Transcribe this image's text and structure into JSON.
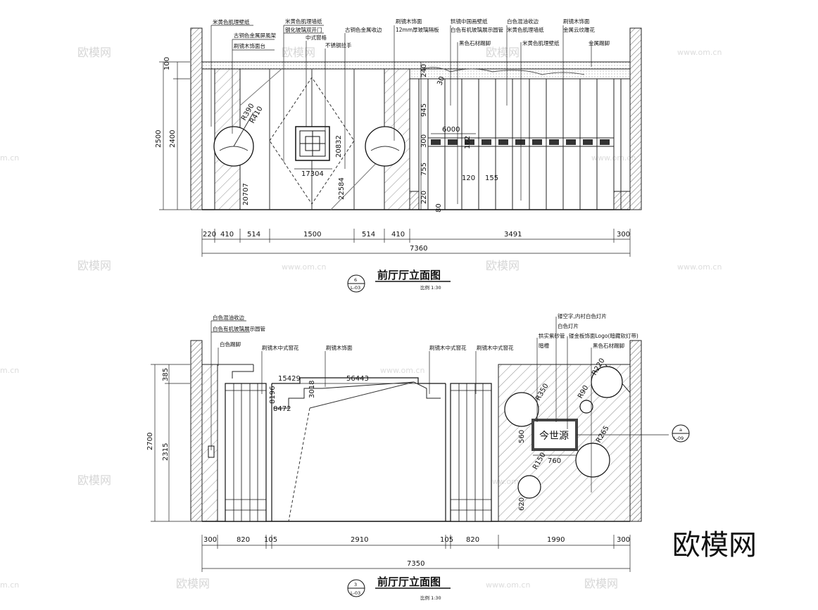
{
  "watermark": {
    "brand": "欧模网",
    "url": "www.om.cn",
    "short_url": "m.cn"
  },
  "logo_text": "欧模网",
  "elevation_top": {
    "title": "前厅厅立面图",
    "ref_number": "6",
    "ref_sheet": "L-03",
    "scale": "比例 1:30",
    "notes": [
      "米黄色肌理壁纸",
      "古铜色金属屏風架",
      "刷镜木饰面台",
      "米黄色肌理墙纸",
      "钢化玻璃双开门",
      "中式窗格",
      "不锈钢拉手",
      "古铜色金属收边",
      "刷镜木饰面",
      "12mm厚玻璃隔板",
      "拱镜中国画壁纸",
      "白色有机玻璃展示圆管",
      "黑色石材踢脚",
      "白色混油收边",
      "米黄色肌理墙纸",
      "米黄色肌理壁纸",
      "刷镜木饰面",
      "金属云纹雕花",
      "金属踢脚"
    ],
    "vdims": [
      "100",
      "2400",
      "2500",
      "20707",
      "240",
      "945",
      "300",
      "755",
      "220"
    ],
    "inner_dims": [
      "R390",
      "R410",
      "17304",
      "20832",
      "22584",
      "30",
      "6000",
      "120",
      "155",
      "162",
      "80"
    ],
    "bottom_dims": [
      "220",
      "410",
      "514",
      "1500",
      "514",
      "410",
      "3491",
      "300"
    ],
    "total": "7360"
  },
  "elevation_bottom": {
    "title": "前厅厅立面图",
    "ref_number": "3",
    "ref_sheet": "L-03",
    "scale": "比例 1:30",
    "notes": [
      "白色混油收边",
      "白色有机玻璃展示圆管",
      "白色踢脚",
      "刷镜木中式窗花",
      "刷镜木饰面",
      "刷镜木中式窗花",
      "刷镜木中式窗花",
      "镂空字,内衬白色灯片",
      "白色灯片",
      "拱实紫砂管",
      "镂金板饰面Logo(暗藏软灯带)",
      "暗槽",
      "黑色石材踢脚"
    ],
    "vdims": [
      "385",
      "2315",
      "2700"
    ],
    "inner_dims": [
      "15429",
      "56443",
      "3018",
      "8196",
      "8472",
      "R350",
      "R90",
      "R220",
      "R265",
      "R150",
      "560",
      "760",
      "620"
    ],
    "bottom_dims": [
      "300",
      "820",
      "105",
      "2910",
      "105",
      "820",
      "1990",
      "300"
    ],
    "total": "7350",
    "logo_chars": "今世源",
    "section_ref": {
      "number": "a",
      "sheet": "L-09"
    }
  }
}
